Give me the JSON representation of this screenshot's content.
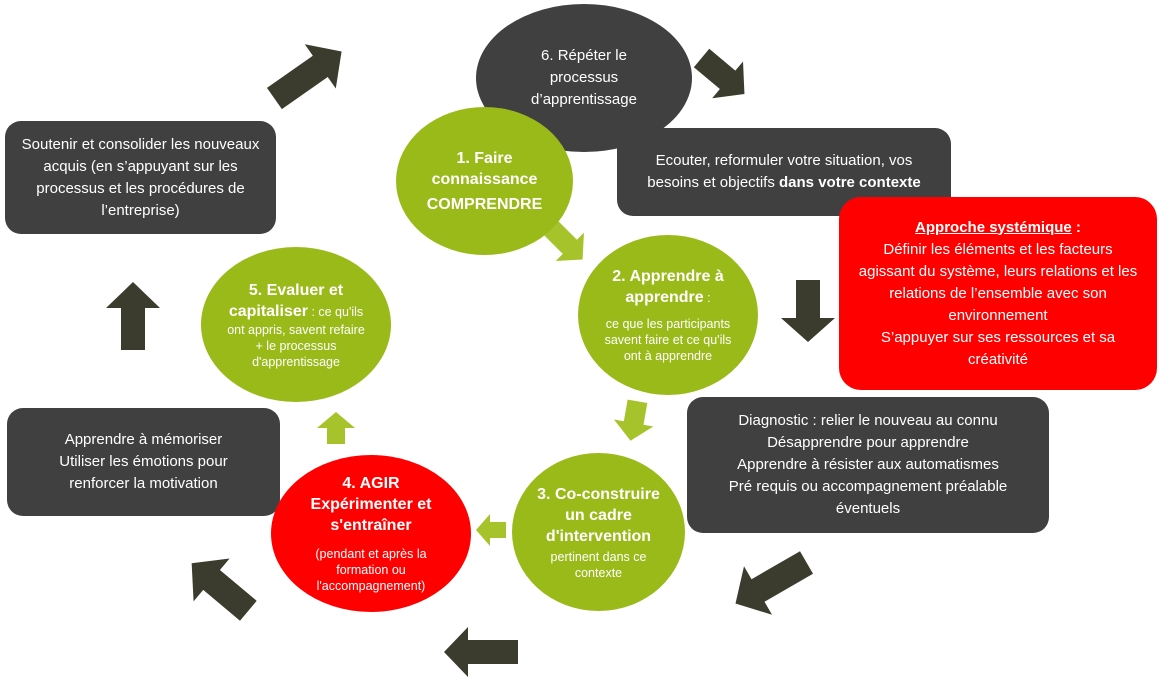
{
  "circles": {
    "c1": {
      "title": "1. Faire connaissance",
      "subtitle": "COMPRENDRE"
    },
    "c2": {
      "title": "2. Apprendre à apprendre",
      "colon": " :",
      "desc": "ce que les participants savent faire et ce qu'ils ont à apprendre"
    },
    "c3": {
      "title": "3. Co-construire un cadre d'intervention",
      "desc": "pertinent dans ce contexte"
    },
    "c4": {
      "title": "4.  AGIR",
      "title2": "Expérimenter et s'entraîner",
      "desc": "(pendant et après la formation ou l'accompagnement)"
    },
    "c5": {
      "title": "5. Evaluer et capitaliser",
      "desc": " : ce qu'ils ont appris, savent refaire +  le processus d'apprentissage"
    },
    "c6": {
      "title": "6. Répéter le processus d’apprentissage"
    }
  },
  "boxes": {
    "top_left": {
      "text": "Soutenir et consolider les nouveaux acquis (en s’appuyant sur les processus et les procédures  de l’entreprise)"
    },
    "top_right": {
      "text": "Ecouter, reformuler votre situation, vos besoins et objectifs ",
      "bold": "dans votre contexte"
    },
    "red_right": {
      "heading": "Approche systémique",
      "heading_suffix": " :",
      "lines": [
        "Définir les éléments et les facteurs agissant du système, leurs relations et les relations de l’ensemble avec son environnement",
        "S’appuyer sur ses ressources et sa créativité"
      ]
    },
    "mid_right": {
      "lines": [
        "Diagnostic : relier le nouveau au connu",
        "Désapprendre pour apprendre",
        "Apprendre à résister aux automatismes",
        "Pré requis ou accompagnement préalable éventuels"
      ]
    },
    "mid_left": {
      "lines": [
        "Apprendre à mémoriser",
        "Utiliser les émotions pour renforcer la motivation"
      ]
    }
  },
  "colors": {
    "green": "#9aba1a",
    "red": "#ff0000",
    "dark": "#404040",
    "arrow_dark": "#3b3b2e",
    "arrow_green": "#a7c32b"
  }
}
